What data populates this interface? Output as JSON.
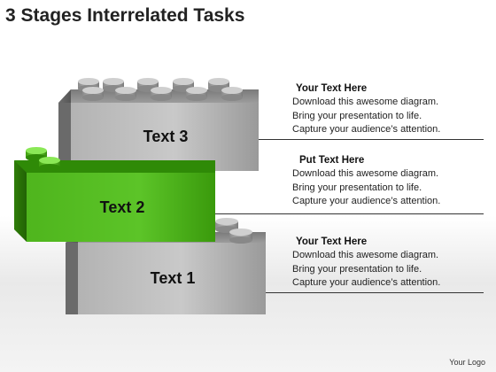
{
  "title": "3 Stages Interrelated Tasks",
  "blocks": [
    {
      "label": "Text 3",
      "color": "#8e8e8e"
    },
    {
      "label": "Text 2",
      "color": "#3f9e0f"
    },
    {
      "label": "Text 1",
      "color": "#8e8e8e"
    }
  ],
  "items": [
    {
      "heading": "Your Text Here",
      "lines": [
        "Download this awesome diagram.",
        "Bring your presentation to life.",
        "Capture your audience’s attention."
      ]
    },
    {
      "heading": "Put Text Here",
      "lines": [
        "Download this awesome diagram.",
        "Bring your presentation to life.",
        "Capture your audience’s attention."
      ]
    },
    {
      "heading": "Your Text Here",
      "lines": [
        "Download this awesome diagram.",
        "Bring your presentation to life.",
        "Capture your audience’s attention."
      ]
    }
  ],
  "logo": "Your Logo"
}
